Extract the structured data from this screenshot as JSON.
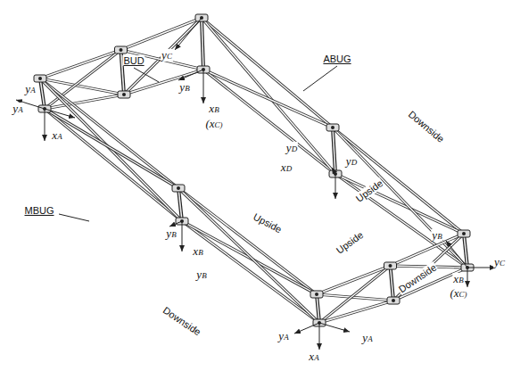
{
  "diagram": {
    "labels": [
      "BUD",
      "ABUG",
      "yC",
      "yA",
      "yB",
      "xB",
      "(xC)",
      "yA",
      "xA",
      "Downside",
      "yD",
      "xD",
      "yD",
      "MBUG",
      "yB",
      "Upside",
      "Upside",
      "xB",
      "yB",
      "Upside",
      "yB",
      "yC",
      "Downside",
      "xB",
      "(xC)",
      "Downside",
      "yA",
      "yA",
      "xA"
    ]
  }
}
